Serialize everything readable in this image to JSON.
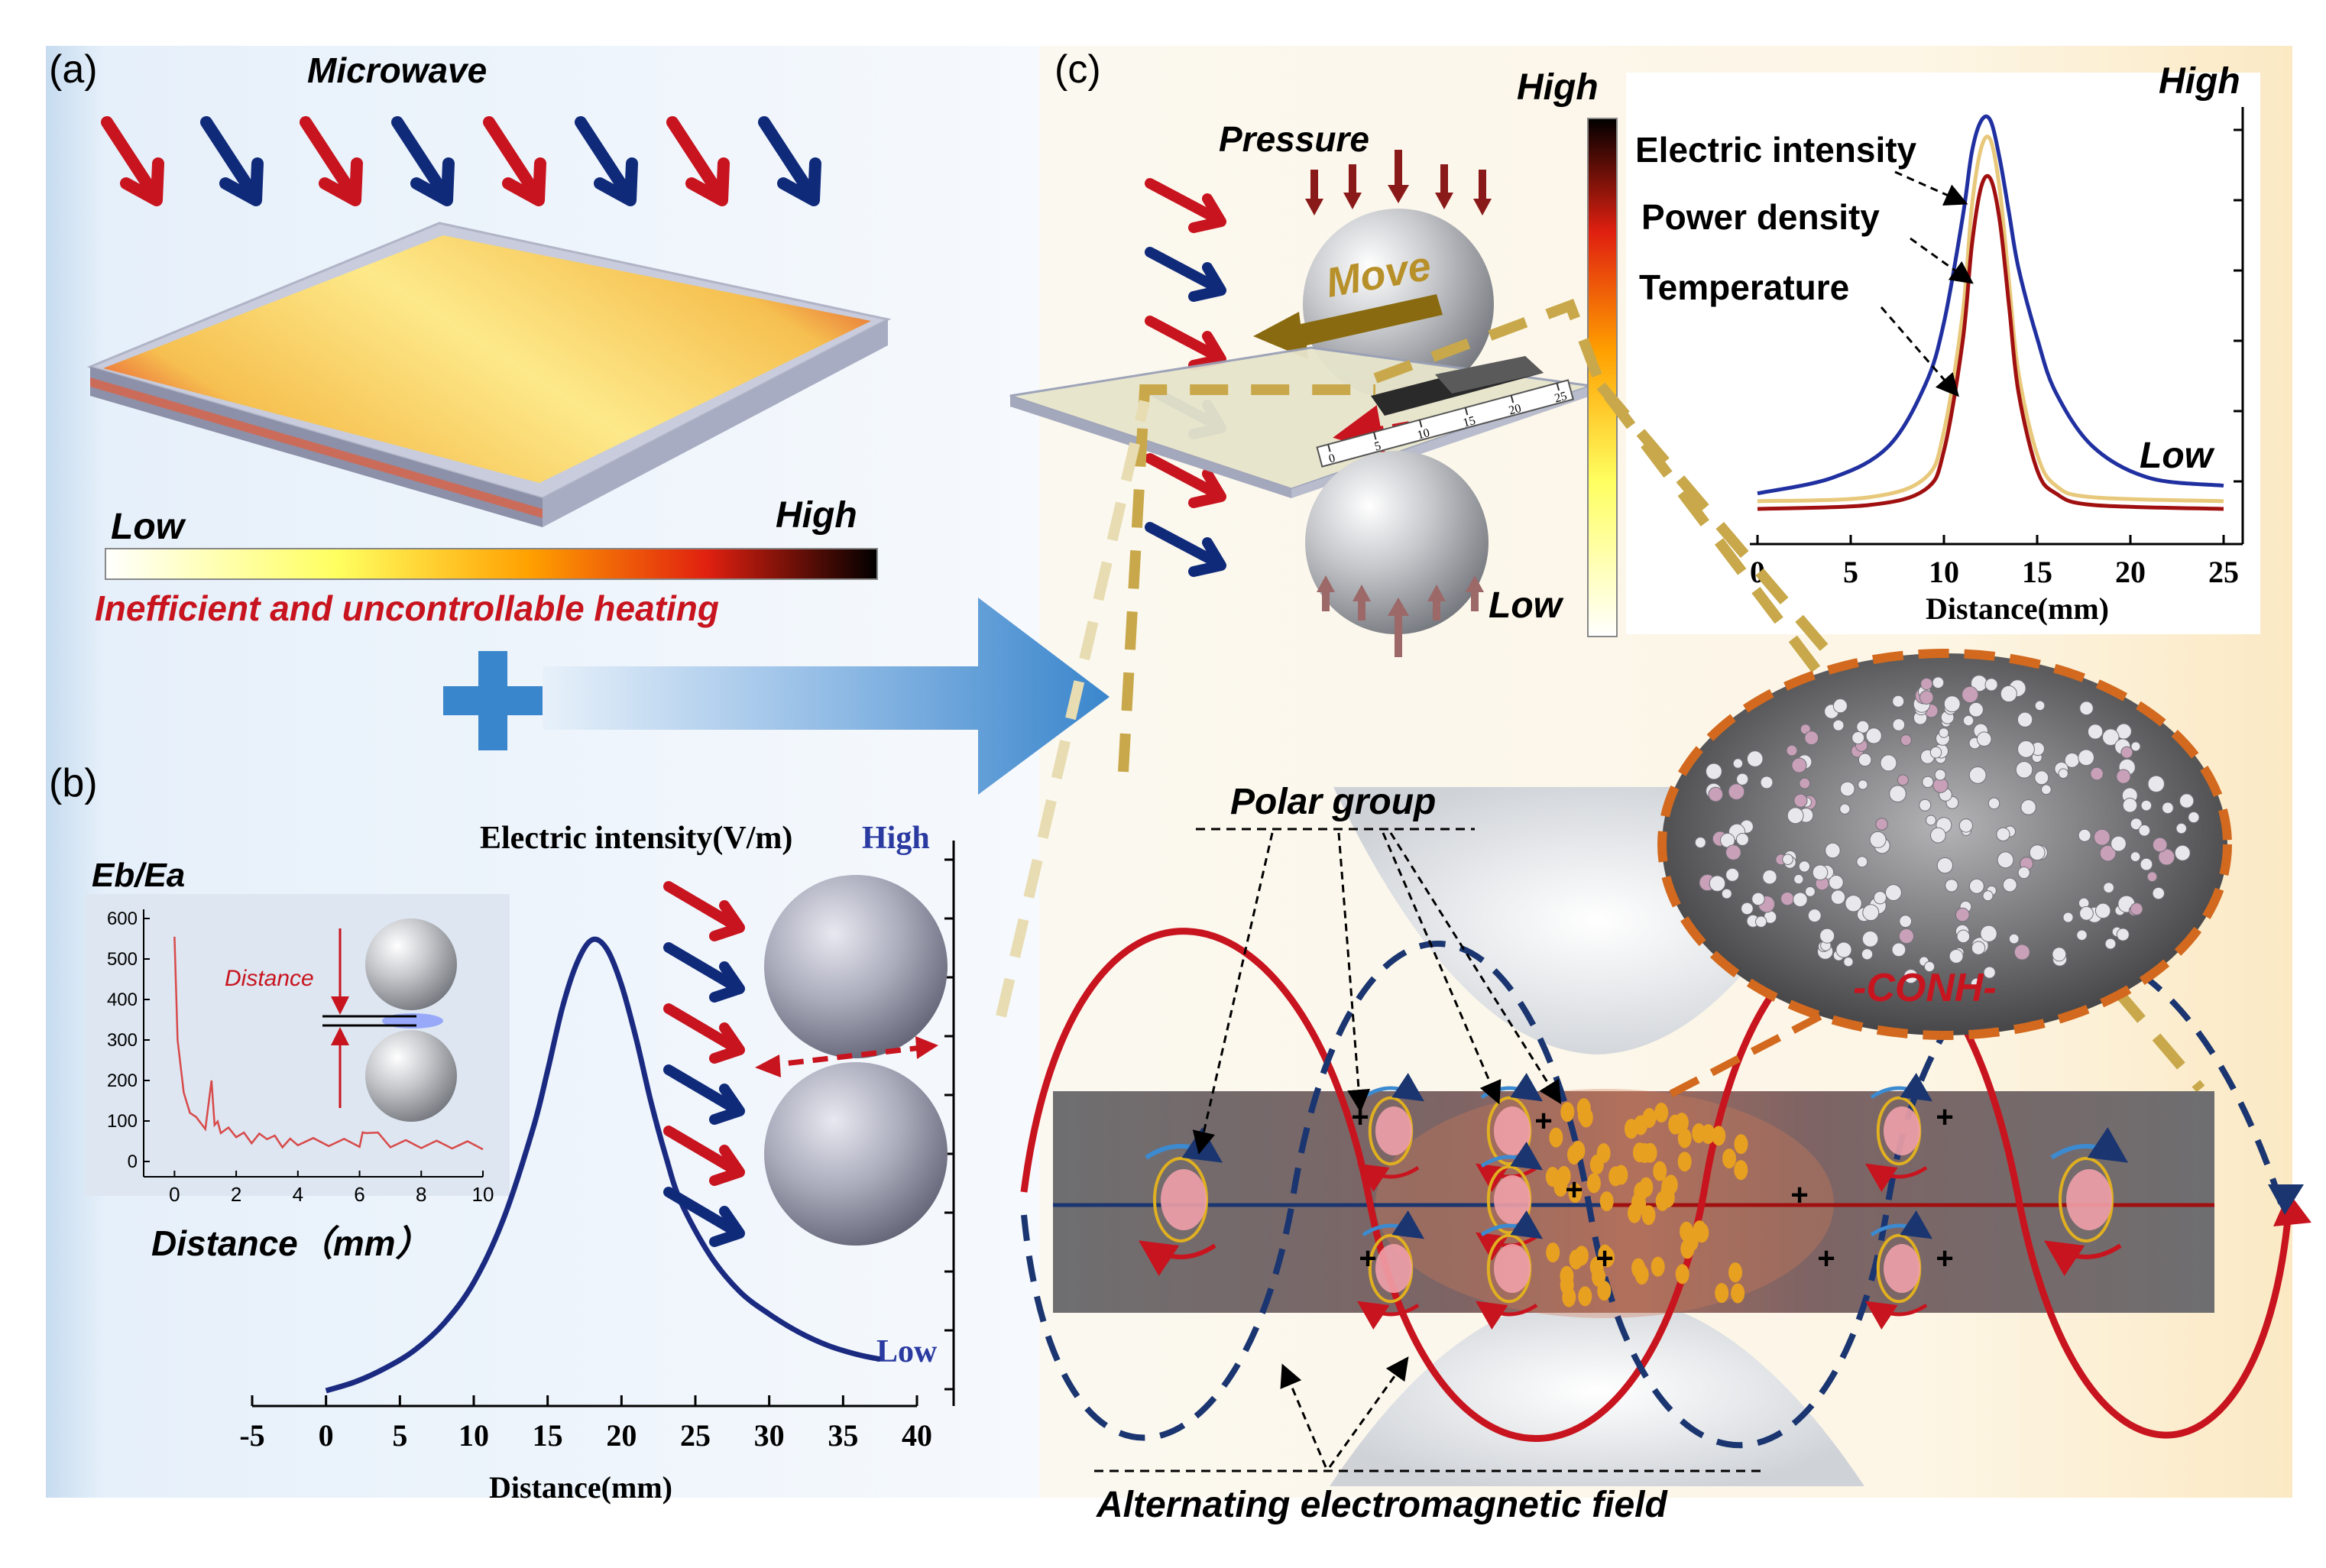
{
  "colors": {
    "red": "#c8141e",
    "navy": "#102a7a",
    "blue_arrow": "#3c8ad0",
    "gold": "#b8902a",
    "orange_dash": "#d2691e",
    "dark_red_curve": "#a01010",
    "beige_curve": "#e8c87a",
    "blue_curve": "#2030a0"
  },
  "panel_a": {
    "label": "(a)",
    "microwave": "Microwave",
    "low": "Low",
    "high": "High",
    "caption": "Inefficient and uncontrollable heating"
  },
  "panel_b": {
    "label": "(b)",
    "chart_title": "Electric intensity(V/m)",
    "high": "High",
    "low": "Low",
    "inset": {
      "ylabel": "Eb/Ea",
      "xlabel": "Distance（mm）",
      "distance_label": "Distance"
    }
  },
  "panel_c": {
    "label": "(c)",
    "pressure": "Pressure",
    "move": "Move",
    "scale_ticks": [
      "0",
      "5",
      "10",
      "15",
      "20",
      "25"
    ],
    "colorbar_high": "High",
    "colorbar_low": "Low",
    "chart_high": "High",
    "chart_low": "Low",
    "legend": [
      "Electric intensity",
      "Power density",
      "Temperature"
    ],
    "molecule_label": "-CONH-",
    "polar_group": "Polar group",
    "field_label": "Alternating electromagnetic field"
  },
  "chart_data": [
    {
      "type": "line",
      "title": "Electric intensity(V/m)",
      "xlabel": "Distance(mm)",
      "ylabel": "",
      "xlim": [
        -5,
        40
      ],
      "x_ticks": [
        "-5",
        "0",
        "5",
        "10",
        "15",
        "20",
        "25",
        "30",
        "35",
        "40"
      ],
      "series": [
        {
          "x": [
            0,
            2,
            4,
            6,
            8,
            10,
            12,
            14,
            15,
            16,
            17,
            18,
            19,
            20,
            21,
            22,
            23,
            24,
            26,
            28,
            30,
            32,
            34,
            36,
            37.5
          ],
          "values": [
            0.0,
            0.02,
            0.05,
            0.09,
            0.15,
            0.24,
            0.38,
            0.58,
            0.71,
            0.85,
            0.95,
            1.0,
            0.98,
            0.9,
            0.78,
            0.64,
            0.52,
            0.42,
            0.3,
            0.22,
            0.17,
            0.13,
            0.1,
            0.08,
            0.07
          ]
        }
      ]
    },
    {
      "type": "line",
      "title": "",
      "xlabel": "Distance（mm）",
      "ylabel": "Eb/Ea",
      "xlim": [
        -1,
        10
      ],
      "ylim": [
        0,
        600
      ],
      "x_ticks": [
        "0",
        "2",
        "4",
        "6",
        "8",
        "10"
      ],
      "y_ticks": [
        "0",
        "100",
        "200",
        "300",
        "400",
        "500",
        "600"
      ],
      "series": [
        {
          "x": [
            0,
            0.1,
            0.3,
            0.5,
            0.7,
            1.0,
            1.2,
            1.3,
            1.5,
            2,
            2.5,
            3,
            3.5,
            4,
            5,
            6,
            6.2,
            7,
            8,
            9,
            10
          ],
          "values": [
            555,
            300,
            170,
            120,
            110,
            80,
            200,
            90,
            70,
            60,
            45,
            55,
            35,
            40,
            38,
            36,
            70,
            35,
            33,
            32,
            30
          ]
        }
      ]
    },
    {
      "type": "line",
      "title": "",
      "xlabel": "Distance(mm)",
      "ylabel": "",
      "xlim": [
        0,
        25
      ],
      "x_ticks": [
        "0",
        "5",
        "10",
        "15",
        "20",
        "25"
      ],
      "series": [
        {
          "name": "Electric intensity",
          "x": [
            0,
            4,
            7,
            9,
            10,
            11,
            11.5,
            12,
            12.5,
            13,
            13.5,
            14,
            15,
            16,
            18,
            21,
            25
          ],
          "values": [
            0.04,
            0.08,
            0.16,
            0.32,
            0.48,
            0.75,
            0.92,
            1.0,
            1.0,
            0.9,
            0.76,
            0.62,
            0.44,
            0.3,
            0.16,
            0.08,
            0.06
          ]
        },
        {
          "name": "Power density",
          "x": [
            0,
            6,
            9,
            10,
            11,
            11.5,
            12,
            12.5,
            13,
            13.5,
            14,
            15,
            16,
            18,
            25
          ],
          "values": [
            0.02,
            0.03,
            0.08,
            0.2,
            0.5,
            0.78,
            0.93,
            0.95,
            0.82,
            0.58,
            0.35,
            0.14,
            0.06,
            0.03,
            0.02
          ]
        },
        {
          "name": "Temperature",
          "x": [
            0,
            6,
            9,
            10,
            11,
            11.5,
            12,
            12.5,
            13,
            13.5,
            14,
            15,
            16,
            18,
            25
          ],
          "values": [
            0.0,
            0.01,
            0.05,
            0.15,
            0.43,
            0.68,
            0.83,
            0.85,
            0.74,
            0.52,
            0.3,
            0.1,
            0.04,
            0.01,
            0.0
          ]
        }
      ]
    }
  ]
}
